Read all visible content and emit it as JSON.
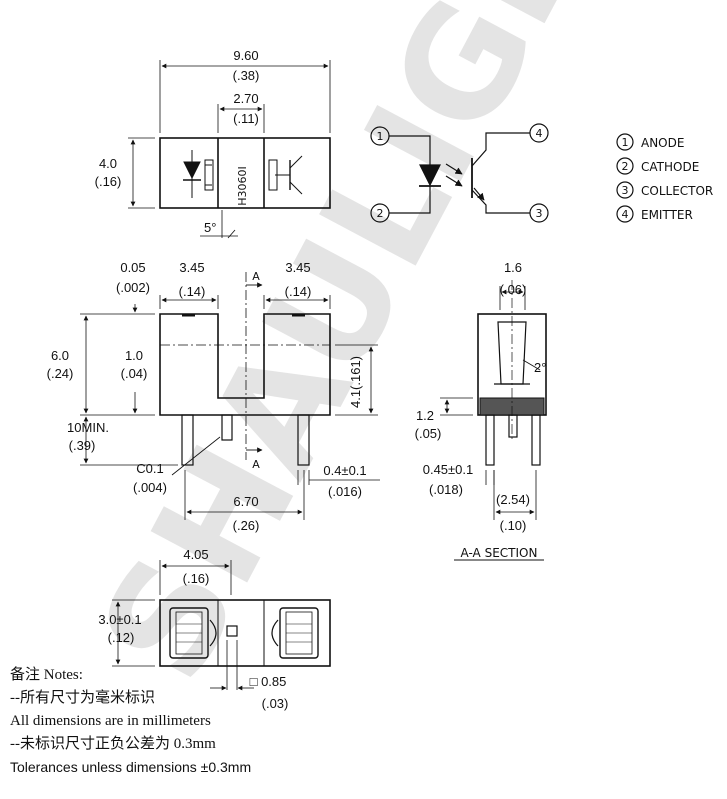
{
  "dims": {
    "top_width": "9.60",
    "top_width_in": "(.38)",
    "slot_width": "2.70",
    "slot_width_in": "(.11)",
    "height": "4.0",
    "height_in": "(.16)",
    "part_mark": "H3060I",
    "draft": "5°",
    "gap_left": "0.05",
    "gap_left_in": "(.002)",
    "left_arm": "3.45",
    "left_arm_in": "(.14)",
    "right_arm": "3.45",
    "right_arm_in": "(.14)",
    "section_mark": "A",
    "body_h": "6.0",
    "body_h_in": "(.24)",
    "slot_bottom": "1.0",
    "slot_bottom_in": "(.04)",
    "slot_depth": "4.1(.161)",
    "lead_len": "10MIN.",
    "lead_len_in": "(.39)",
    "chamfer": "C0.1",
    "chamfer_in": "(.004)",
    "lead_w": "0.4±0.1",
    "lead_w_in": "(.016)",
    "pitch": "6.70",
    "pitch_in": "(.26)",
    "sec_w": "1.6",
    "sec_w_in": "(.06)",
    "sec_angle": "2°",
    "sec_h": "1.2",
    "sec_h_in": "(.05)",
    "sec_lead": "0.45±0.1",
    "sec_lead_in": "(.018)",
    "sec_pitch": "(2.54)",
    "sec_pitch_in": "(.10)",
    "section_title": "A-A SECTION",
    "bottom_w": "4.05",
    "bottom_w_in": "(.16)",
    "bottom_h": "3.0±0.1",
    "bottom_h_in": "(.12)",
    "sq": "□ 0.85",
    "sq_in": "(.03)"
  },
  "pins": {
    "p1": "1",
    "p2": "2",
    "p3": "3",
    "p4": "4",
    "legend": [
      "ANODE",
      "CATHODE",
      "COLLECTOR",
      "EMITTER"
    ]
  },
  "watermark": "SHAULIGHT",
  "notes": [
    "备注 Notes:",
    "--所有尺寸为毫米标识",
    "All dimensions are in millimeters",
    "--未标识尺寸正负公差为 0.3mm",
    "Tolerances unless dimensions ±0.3mm"
  ]
}
